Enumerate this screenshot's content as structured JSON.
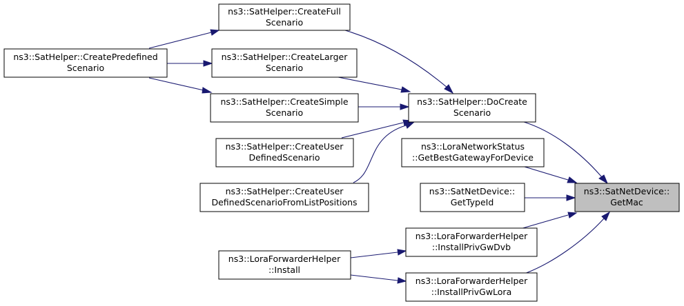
{
  "colors": {
    "edge": "#191970",
    "node_border": "#000000",
    "node_fill": "#ffffff",
    "highlight_fill": "#bfbfbf"
  },
  "nodes": {
    "create_predefined": [
      "ns3::SatHelper::CreatePredefined",
      "Scenario"
    ],
    "create_full": [
      "ns3::SatHelper::CreateFull",
      "Scenario"
    ],
    "create_larger": [
      "ns3::SatHelper::CreateLarger",
      "Scenario"
    ],
    "create_simple": [
      "ns3::SatHelper::CreateSimple",
      "Scenario"
    ],
    "create_user_defined": [
      "ns3::SatHelper::CreateUser",
      "DefinedScenario"
    ],
    "create_user_defined_list": [
      "ns3::SatHelper::CreateUser",
      "DefinedScenarioFromListPositions"
    ],
    "do_create": [
      "ns3::SatHelper::DoCreate",
      "Scenario"
    ],
    "lora_network_status": [
      "ns3::LoraNetworkStatus",
      "::GetBestGatewayForDevice"
    ],
    "get_type_id": [
      "ns3::SatNetDevice::",
      "GetTypeId"
    ],
    "get_mac": [
      "ns3::SatNetDevice::",
      "GetMac"
    ],
    "lora_install": [
      "ns3::LoraForwarderHelper",
      "::Install"
    ],
    "install_priv_gw_dvb": [
      "ns3::LoraForwarderHelper",
      "::InstallPrivGwDvb"
    ],
    "install_priv_gw_lora": [
      "ns3::LoraForwarderHelper",
      "::InstallPrivGwLora"
    ]
  },
  "edges": [
    {
      "from": "create_predefined",
      "to": "create_full"
    },
    {
      "from": "create_predefined",
      "to": "create_larger"
    },
    {
      "from": "create_predefined",
      "to": "create_simple"
    },
    {
      "from": "create_full",
      "to": "do_create"
    },
    {
      "from": "create_larger",
      "to": "do_create"
    },
    {
      "from": "create_simple",
      "to": "do_create"
    },
    {
      "from": "create_user_defined",
      "to": "do_create"
    },
    {
      "from": "create_user_defined_list",
      "to": "do_create"
    },
    {
      "from": "do_create",
      "to": "get_mac"
    },
    {
      "from": "lora_network_status",
      "to": "get_mac"
    },
    {
      "from": "get_type_id",
      "to": "get_mac"
    },
    {
      "from": "install_priv_gw_dvb",
      "to": "get_mac"
    },
    {
      "from": "install_priv_gw_lora",
      "to": "get_mac"
    },
    {
      "from": "lora_install",
      "to": "install_priv_gw_dvb"
    },
    {
      "from": "lora_install",
      "to": "install_priv_gw_lora"
    }
  ]
}
